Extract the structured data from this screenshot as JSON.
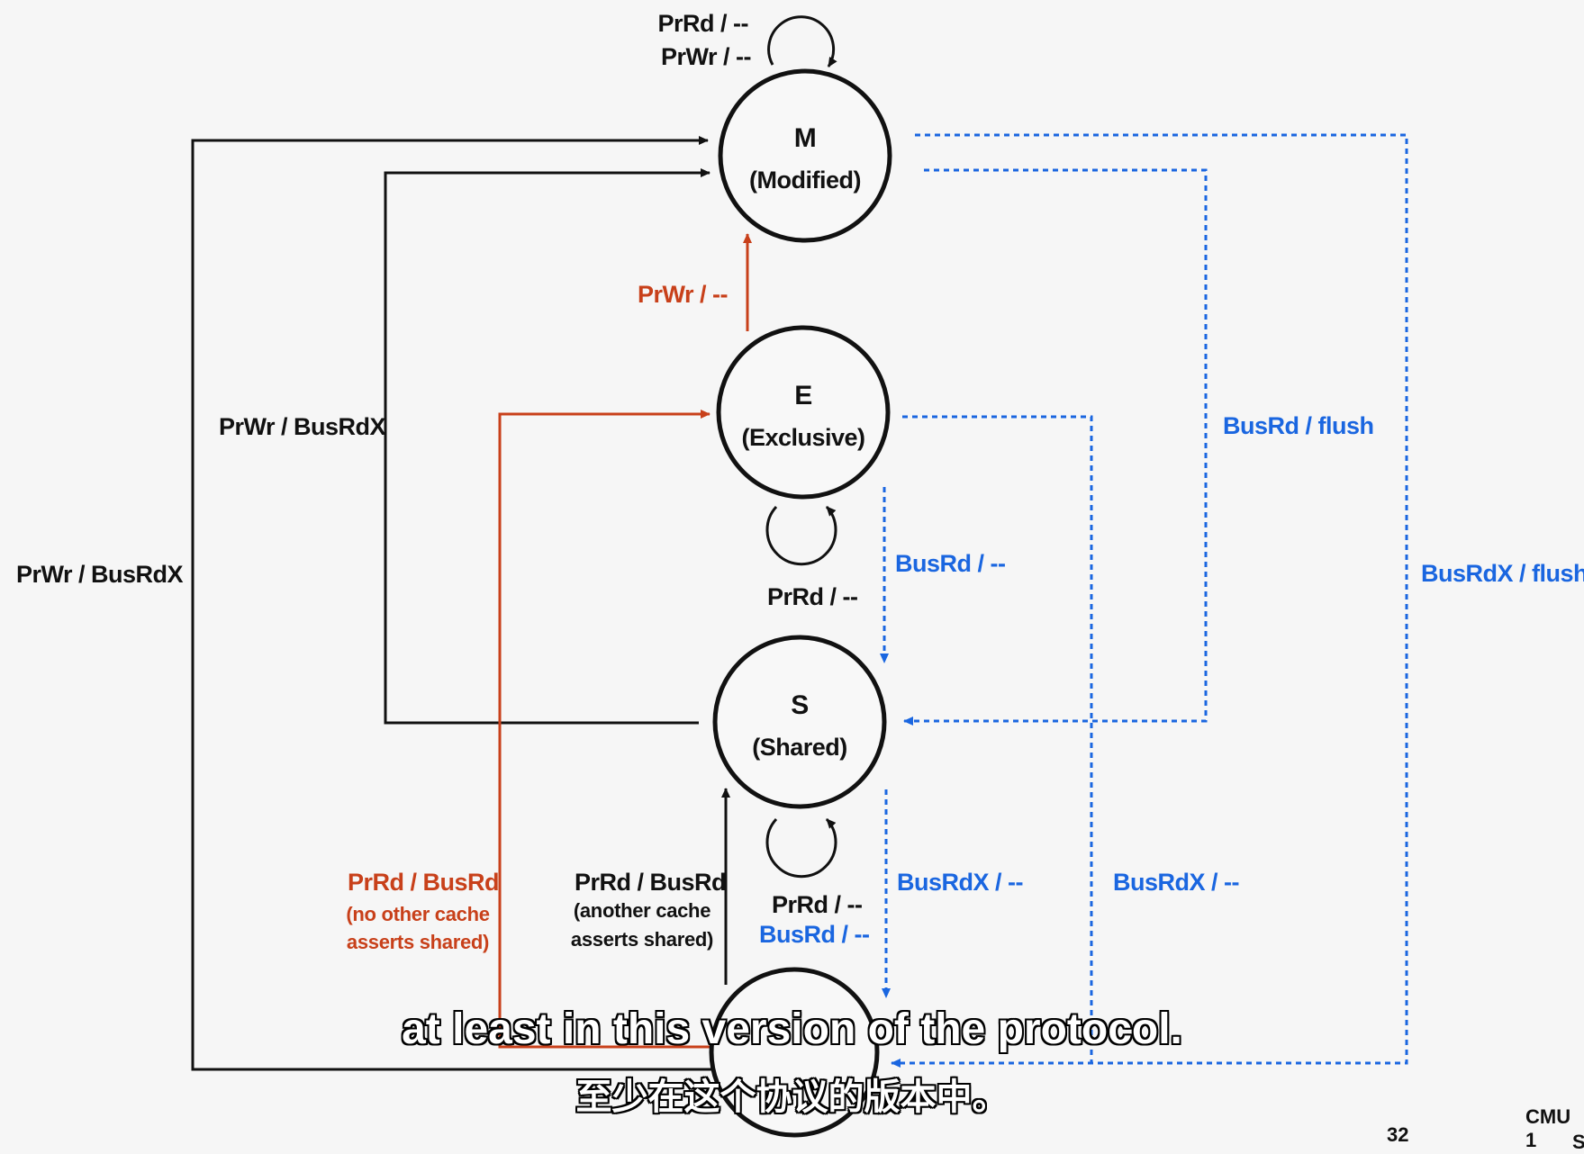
{
  "states": {
    "m": {
      "letter": "M",
      "name": "(Modified)"
    },
    "e": {
      "letter": "E",
      "name": "(Exclusive)"
    },
    "s": {
      "letter": "S",
      "name": "(Shared)"
    }
  },
  "labels": {
    "m_self_1": "PrRd / --",
    "m_self_2": "PrWr / --",
    "e_to_m": "PrWr / --",
    "s_to_m": "PrWr / BusRdX",
    "i_to_m": "PrWr / BusRdX",
    "e_self": "PrRd / --",
    "i_to_e_main": "PrRd / BusRd",
    "i_to_e_note_1": "(no other cache",
    "i_to_e_note_2": "asserts shared)",
    "i_to_s_main": "PrRd / BusRd",
    "i_to_s_note_1": "(another cache",
    "i_to_s_note_2": "asserts shared)",
    "s_self_1": "PrRd / --",
    "s_self_2": "BusRd / --",
    "e_to_s": "BusRd / --",
    "m_to_s": "BusRd / flush",
    "m_to_i": "BusRdX / flush",
    "s_to_i": "BusRdX / --",
    "e_to_i": "BusRdX / --"
  },
  "captions": {
    "en": "at least in this version of the protocol.",
    "zh": "至少在这个协议的版本中。"
  },
  "footer": {
    "page": "32",
    "corner_1": "CMU 1",
    "corner_2": "S"
  },
  "colors": {
    "processor_transition": "#111111",
    "red_transition": "#c8401a",
    "bus_transition": "#1a66e0"
  }
}
